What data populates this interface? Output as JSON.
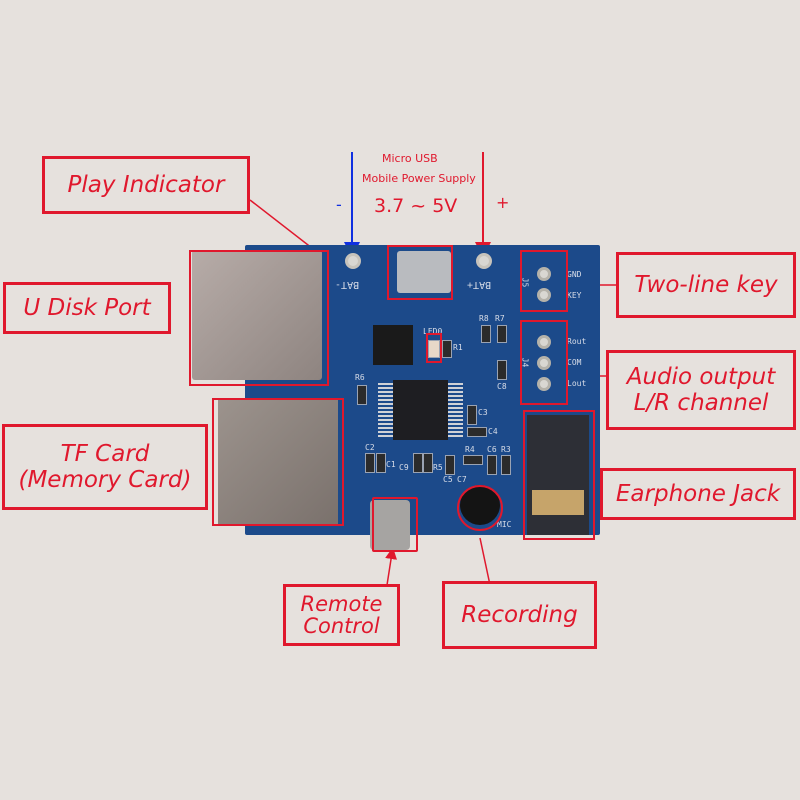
{
  "title": "MP3 Decoder Board Pin Diagram",
  "colors": {
    "background": "#e6e1dd",
    "label_red": "#e0182d",
    "negative_arrow": "#1030e0",
    "positive_arrow": "#e0182d",
    "pcb": "#1c4a8a"
  },
  "power": {
    "line1": "Micro USB",
    "line2": "Mobile Power Supply",
    "voltage": "3.7 ~ 5V",
    "negative_sign": "-",
    "positive_sign": "+"
  },
  "callouts": {
    "play_indicator": "Play Indicator",
    "u_disk_port": "U Disk Port",
    "tf_card_line1": "TF Card",
    "tf_card_line2": "(Memory Card)",
    "two_line_key": "Two-line key",
    "audio_output_line1": "Audio output",
    "audio_output_line2": "L/R channel",
    "earphone_jack": "Earphone Jack",
    "remote_control_line1": "Remote",
    "remote_control_line2": "Control",
    "recording": "Recording"
  },
  "silkscreen": {
    "bat_neg": "BAT-",
    "bat_pos": "BAT+",
    "j5": "J5",
    "gnd": "GND",
    "key": "KEY",
    "j4": "J4",
    "rout": "Rout",
    "com": "COM",
    "lout": "Lout",
    "led0": "LED0",
    "r1": "R1",
    "r6": "R6",
    "r8": "R8",
    "r7": "R7",
    "c8": "C8",
    "c3": "C3",
    "c4": "C4",
    "c2": "C2",
    "c1": "C1",
    "c9": "C9",
    "r5": "R5",
    "r4": "R4",
    "c6": "C6",
    "r3": "R3",
    "c5": "C5",
    "c7": "C7",
    "mic": "MIC"
  }
}
